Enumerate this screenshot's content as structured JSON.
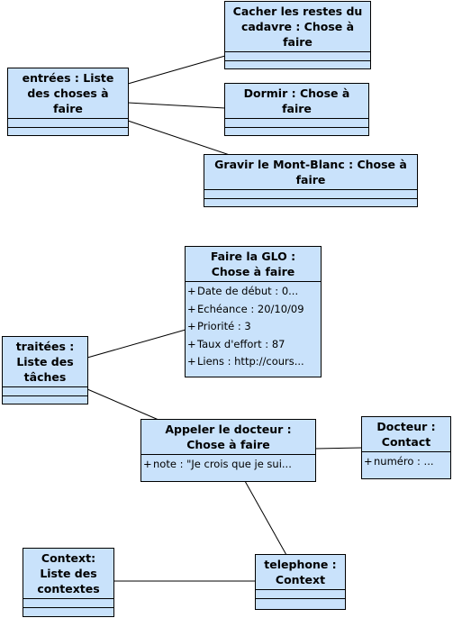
{
  "colors": {
    "box_fill": "#c9e2fb",
    "box_border": "#000000",
    "link": "#000000"
  },
  "objects": {
    "entrees": {
      "title": [
        "entrées : Liste",
        "des choses à",
        "faire"
      ]
    },
    "cacher": {
      "title": [
        "Cacher les restes du",
        "cadavre : Chose à",
        "faire"
      ]
    },
    "dormir": {
      "title": [
        "Dormir : Chose à",
        "faire"
      ]
    },
    "gravir": {
      "title": [
        "Gravir le Mont-Blanc : Chose à",
        "faire"
      ]
    },
    "faire_glo": {
      "title": [
        "Faire la GLO :",
        "Chose à faire"
      ],
      "attributes": [
        {
          "visibility": "+",
          "text": "Date de début : 0..."
        },
        {
          "visibility": "+",
          "text": "Echéance : 20/10/09"
        },
        {
          "visibility": "+",
          "text": "Priorité : 3"
        },
        {
          "visibility": "+",
          "text": "Taux d'effort : 87"
        },
        {
          "visibility": "+",
          "text": "Liens : http://cours..."
        }
      ]
    },
    "traitees": {
      "title": [
        "traitées :",
        "Liste des",
        "tâches"
      ]
    },
    "appeler": {
      "title": [
        "Appeler le docteur :",
        "Chose à faire"
      ],
      "attributes": [
        {
          "visibility": "+",
          "text": "note : \"Je crois que je sui..."
        }
      ]
    },
    "docteur": {
      "title": [
        "Docteur :",
        "Contact"
      ],
      "attributes": [
        {
          "visibility": "+",
          "text": "numéro : ..."
        }
      ]
    },
    "context": {
      "title": [
        "Context:",
        "Liste des",
        "contextes"
      ]
    },
    "telephone": {
      "title": [
        "telephone :",
        "Context"
      ]
    }
  }
}
